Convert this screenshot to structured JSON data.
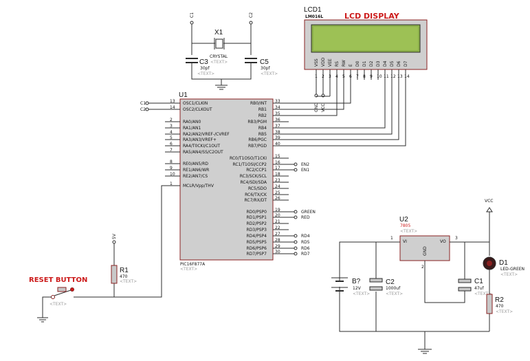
{
  "title": "LCD DISPLAY",
  "text_placeholder": "<TEXT>",
  "reset_button": "RESET BUTTON",
  "lcd": {
    "ref": "LCD1",
    "part": "LM016L",
    "pins": [
      {
        "num": "1",
        "name": "VSS"
      },
      {
        "num": "2",
        "name": "VDD"
      },
      {
        "num": "3",
        "name": "VEE"
      },
      {
        "num": "4",
        "name": "RS"
      },
      {
        "num": "5",
        "name": "RW"
      },
      {
        "num": "6",
        "name": "E"
      },
      {
        "num": "7",
        "name": "D0"
      },
      {
        "num": "8",
        "name": "D1"
      },
      {
        "num": "9",
        "name": "D2"
      },
      {
        "num": "10",
        "name": "D3"
      },
      {
        "num": "11",
        "name": "D4"
      },
      {
        "num": "12",
        "name": "D5"
      },
      {
        "num": "13",
        "name": "D6"
      },
      {
        "num": "14",
        "name": "D7"
      }
    ]
  },
  "mcu": {
    "ref": "U1",
    "part": "PIC16F877A",
    "left_pins": [
      {
        "num": "13",
        "name": "OSC1/CLKIN",
        "net": "C1"
      },
      {
        "num": "14",
        "name": "OSC2/CLKOUT",
        "net": "C2"
      },
      {
        "num": "2",
        "name": "RA0/AN0"
      },
      {
        "num": "3",
        "name": "RA1/AN1"
      },
      {
        "num": "4",
        "name": "RA2/AN2/VREF-/CVREF"
      },
      {
        "num": "5",
        "name": "RA3/AN3/VREF+"
      },
      {
        "num": "6",
        "name": "RA4/T0CKI/C1OUT"
      },
      {
        "num": "7",
        "name": "RA5/AN4/SS/C2OUT"
      },
      {
        "num": "8",
        "name": "RE0/AN5/RD"
      },
      {
        "num": "9",
        "name": "RE1/AN6/WR"
      },
      {
        "num": "10",
        "name": "RE2/AN7/CS"
      },
      {
        "num": "1",
        "name": "MCLR/Vpp/THV"
      }
    ],
    "right_pins": [
      {
        "num": "33",
        "name": "RB0/INT"
      },
      {
        "num": "34",
        "name": "RB1"
      },
      {
        "num": "35",
        "name": "RB2"
      },
      {
        "num": "36",
        "name": "RB3/PGM"
      },
      {
        "num": "37",
        "name": "RB4"
      },
      {
        "num": "38",
        "name": "RB5"
      },
      {
        "num": "39",
        "name": "RB6/PGC"
      },
      {
        "num": "40",
        "name": "RB7/PGD"
      },
      {
        "num": "15",
        "name": "RC0/T1OSO/T1CKI"
      },
      {
        "num": "16",
        "name": "RC1/T1OSI/CCP2",
        "net": "EN2"
      },
      {
        "num": "17",
        "name": "RC2/CCP1",
        "net": "EN1"
      },
      {
        "num": "18",
        "name": "RC3/SCK/SCL"
      },
      {
        "num": "23",
        "name": "RC4/SDI/SDA"
      },
      {
        "num": "24",
        "name": "RC5/SDO"
      },
      {
        "num": "25",
        "name": "RC6/TX/CK"
      },
      {
        "num": "26",
        "name": "RC7/RX/DT"
      },
      {
        "num": "19",
        "name": "RD0/PSP0",
        "net": "GREEN"
      },
      {
        "num": "20",
        "name": "RD1/PSP1",
        "net": "RED"
      },
      {
        "num": "21",
        "name": "RD2/PSP2"
      },
      {
        "num": "22",
        "name": "RD3/PSP3"
      },
      {
        "num": "27",
        "name": "RD4/PSP4",
        "net": "RD4"
      },
      {
        "num": "28",
        "name": "RD5/PSP5",
        "net": "RD5"
      },
      {
        "num": "29",
        "name": "RD6/PSP6",
        "net": "RD6"
      },
      {
        "num": "30",
        "name": "RD7/PSP7",
        "net": "RD7"
      }
    ]
  },
  "crystal": {
    "ref": "X1",
    "part": "CRYSTAL",
    "net_left": "C1",
    "net_right": "C2"
  },
  "c3": {
    "ref": "C3",
    "value": "30pf"
  },
  "c5": {
    "ref": "C5",
    "value": "30pf"
  },
  "r1": {
    "ref": "R1",
    "value": "470",
    "net": "5V"
  },
  "u2": {
    "ref": "U2",
    "part": "7805",
    "vi": "VI",
    "vo": "VO",
    "gnd": "GND",
    "pin1": "1",
    "pin2": "2",
    "pin3": "3"
  },
  "battery": {
    "ref": "B?",
    "value": "12V"
  },
  "c2": {
    "ref": "C2",
    "value": "1000uf"
  },
  "c1": {
    "ref": "C1",
    "value": "47uf"
  },
  "d1": {
    "ref": "D1",
    "part": "LED-GREEN"
  },
  "r2": {
    "ref": "R2",
    "value": "470"
  },
  "vcc": "VCC",
  "lcd_power_nets": {
    "gnd": "GND",
    "vcc": "VCC"
  }
}
